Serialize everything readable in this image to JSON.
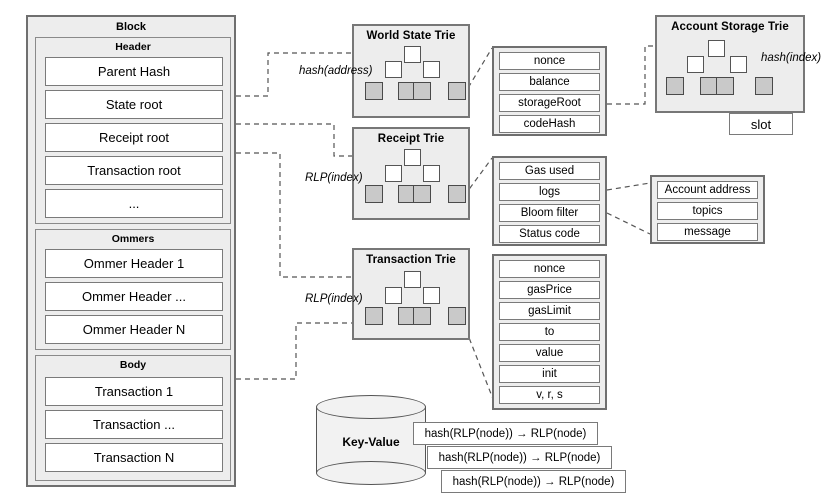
{
  "block": {
    "title": "Block",
    "header": {
      "title": "Header",
      "fields": [
        "Parent Hash",
        "State root",
        "Receipt root",
        "Transaction root",
        "..."
      ]
    },
    "ommers": {
      "title": "Ommers",
      "fields": [
        "Ommer Header 1",
        "Ommer Header ...",
        "Ommer Header N"
      ]
    },
    "body": {
      "title": "Body",
      "fields": [
        "Transaction 1",
        "Transaction ...",
        "Transaction N"
      ]
    }
  },
  "tries": {
    "world_state": {
      "title": "World State Trie",
      "annotation": "hash(address)"
    },
    "receipt": {
      "title": "Receipt Trie",
      "annotation": "RLP(index)"
    },
    "transaction": {
      "title": "Transaction Trie",
      "annotation": "RLP(index)"
    },
    "account_storage": {
      "title": "Account Storage Trie",
      "annotation": "hash(index)",
      "slot_label": "slot"
    }
  },
  "panels": {
    "account_state": {
      "fields": [
        "nonce",
        "balance",
        "storageRoot",
        "codeHash"
      ]
    },
    "receipt": {
      "fields": [
        "Gas used",
        "logs",
        "Bloom filter",
        "Status code"
      ]
    },
    "log_entry": {
      "fields": [
        "Account address",
        "topics",
        "message"
      ]
    },
    "transaction": {
      "fields": [
        "nonce",
        "gasPrice",
        "gasLimit",
        "to",
        "value",
        "init",
        "v, r, s"
      ]
    }
  },
  "database": {
    "label": "Key-Value",
    "entries": [
      "hash(RLP(node)) → RLP(node)",
      "hash(RLP(node)) → RLP(node)",
      "hash(RLP(node)) → RLP(node)"
    ]
  },
  "colors": {
    "panel_fill": "#ededed",
    "panel_border": "#6f6f6f",
    "field_fill": "#ffffff",
    "field_border": "#7a7a7a",
    "leaf_fill": "#c9c9c9",
    "connector": "#555555"
  }
}
